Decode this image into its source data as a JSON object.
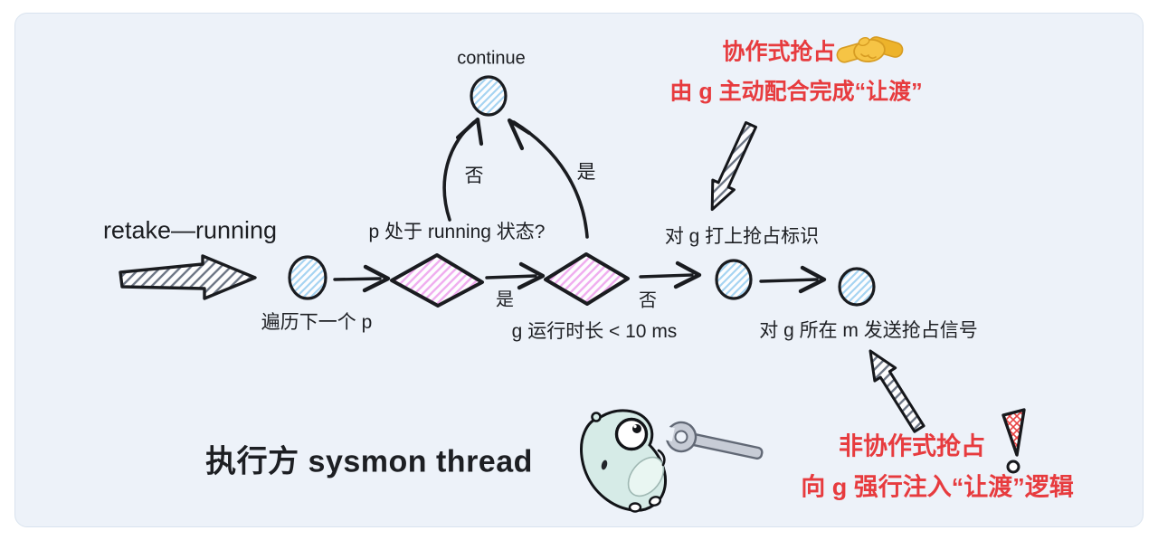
{
  "colors": {
    "page_bg": "#ffffff",
    "panel_bg": "#edf2f9",
    "ink": "#1a1c20",
    "annotation_red": "#e73b3e",
    "node_hatch_blue": "#a6d4f2",
    "decision_hatch_pink": "#f0aeef",
    "arrow_hatch_gray": "#6f7887",
    "gopher_body": "#d6ebe7",
    "wrench_gray": "#c7ccd6"
  },
  "labels": {
    "continue": "continue",
    "retake": "retake—running",
    "q_running": "p 处于 running 状态?",
    "iterate": "遍历下一个 p",
    "branch_no_top": "否",
    "branch_yes_top": "是",
    "branch_yes_mid": "是",
    "branch_no_mid": "否",
    "q_duration": "g 运行时长 < 10 ms",
    "mark_preempt": "对 g 打上抢占标识",
    "send_signal": "对 g 所在 m 发送抢占信号",
    "executor": "执行方 sysmon thread"
  },
  "annotations": {
    "coop_title": "协作式抢占",
    "coop_desc": "由 g 主动配合完成“让渡”",
    "noncoop_title": "非协作式抢占",
    "noncoop_desc": "向 g 强行注入“让渡”逻辑"
  },
  "icons": {
    "handshake": "handshake-icon",
    "exclamation": "exclamation-icon",
    "gopher": "gopher-mascot",
    "wrench": "wrench-icon"
  }
}
